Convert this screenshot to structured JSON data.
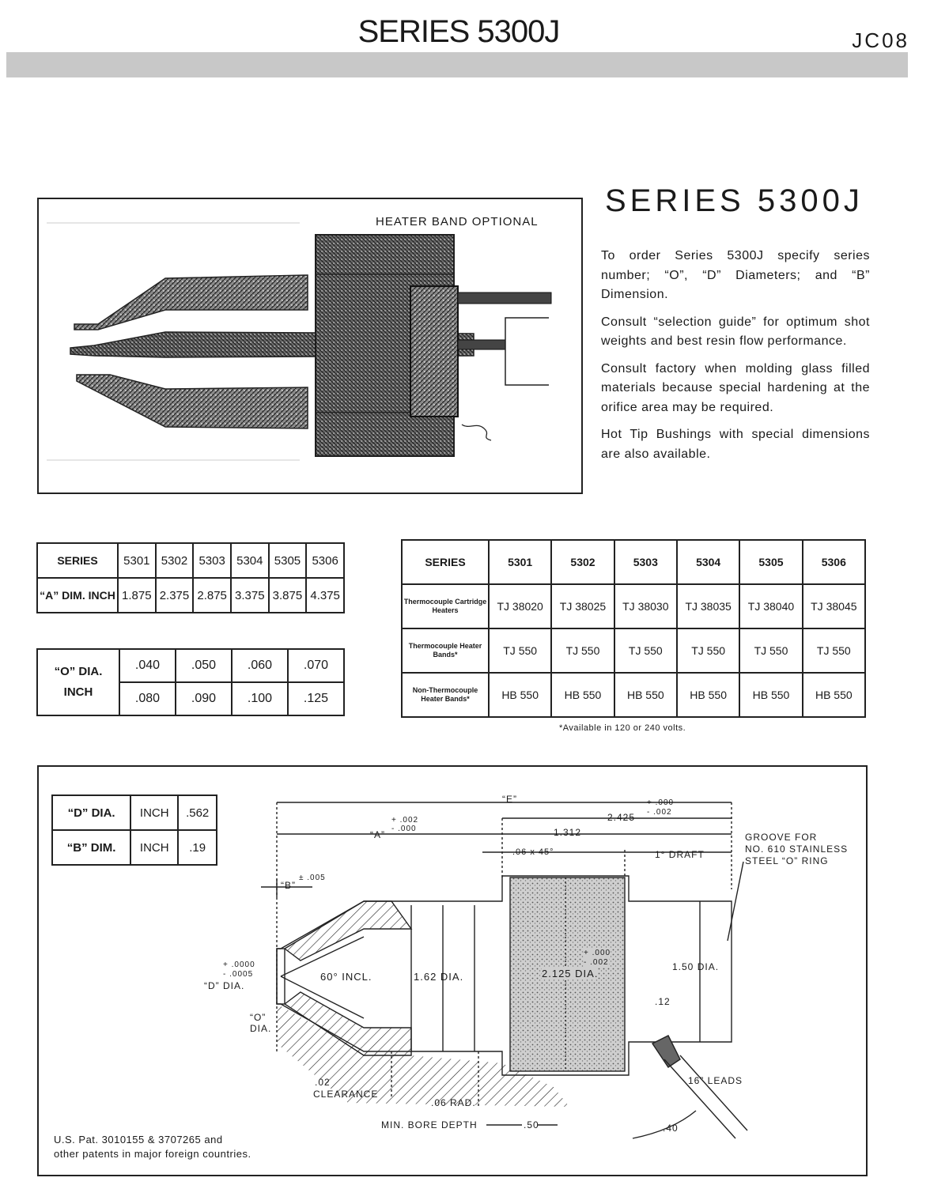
{
  "header": {
    "title": "SERIES 5300J",
    "code": "JC08"
  },
  "photo": {
    "heater_band_label": "HEATER BAND OPTIONAL"
  },
  "side": {
    "title": "SERIES 5300J",
    "paragraphs": [
      "To order Series 5300J specify series number; “O”, “D” Diameters; and “B” Dimension.",
      "Consult “selection guide” for optimum shot weights and best resin flow performance.",
      "Consult factory when molding glass filled materials because special hardening at the orifice area may be required.",
      "Hot Tip Bushings with special dimensions are also available."
    ]
  },
  "a_table": {
    "series_label": "SERIES",
    "dim_label": "“A” DIM. INCH",
    "series": [
      "5301",
      "5302",
      "5303",
      "5304",
      "5305",
      "5306"
    ],
    "values": [
      "1.875",
      "2.375",
      "2.875",
      "3.375",
      "3.875",
      "4.375"
    ]
  },
  "o_table": {
    "label_line1": "“O” DIA.",
    "label_line2": "INCH",
    "row1": [
      ".040",
      ".050",
      ".060",
      ".070"
    ],
    "row2": [
      ".080",
      ".090",
      ".100",
      ".125"
    ]
  },
  "heater_table": {
    "series_label": "SERIES",
    "series": [
      "5301",
      "5302",
      "5303",
      "5304",
      "5305",
      "5306"
    ],
    "rows": [
      {
        "label": "Thermocouple Cartridge Heaters",
        "values": [
          "TJ 38020",
          "TJ 38025",
          "TJ 38030",
          "TJ 38035",
          "TJ 38040",
          "TJ 38045"
        ]
      },
      {
        "label": "Thermocouple Heater Bands*",
        "values": [
          "TJ 550",
          "TJ 550",
          "TJ 550",
          "TJ 550",
          "TJ 550",
          "TJ 550"
        ]
      },
      {
        "label": "Non-Thermocouple Heater Bands*",
        "values": [
          "HB 550",
          "HB 550",
          "HB 550",
          "HB 550",
          "HB 550",
          "HB 550"
        ]
      }
    ],
    "footnote": "*Available in 120 or 240 volts."
  },
  "d_table": {
    "rows": [
      {
        "label": "“D” DIA.",
        "unit": "INCH",
        "value": ".562"
      },
      {
        "label": "“B” DIM.",
        "unit": "INCH",
        "value": ".19"
      }
    ]
  },
  "drawing": {
    "labels": {
      "e": "“E”",
      "e_tol_plus": "+ .000",
      "e_tol_minus": "- .002",
      "dim_2425": "2.425",
      "a": "“A”",
      "a_tol_plus": "+ .002",
      "a_tol_minus": "- .000",
      "dim_1312": "1.312",
      "chamfer": ".06 x 45°",
      "draft": "1° DRAFT",
      "groove": "GROOVE FOR\nNO. 610 STAINLESS\nSTEEL “O” RING",
      "b": "“B”",
      "b_tol": "± .005",
      "d_tol_plus": "+ .0000",
      "d_tol_minus": "- .0005",
      "d_dia": "“D” DIA.",
      "o_dia": "“O”\nDIA.",
      "incl": "60° INCL.",
      "dia_162": "1.62 DIA.",
      "dia_2125": "2.125 DIA.",
      "dia_tol_plus": "+ .000",
      "dia_tol_minus": "- .002",
      "dia_150": "1.50 DIA.",
      "dim_12": ".12",
      "leads": "16” LEADS",
      "clearance_val": ".02",
      "clearance": "CLEARANCE",
      "rad": ".06 RAD.",
      "min_bore": "MIN. BORE DEPTH",
      "bore_val": ".50",
      "dim_40": ".40"
    }
  },
  "patent": {
    "line1": "U.S. Pat. 3010155 & 3707265 and",
    "line2": "other patents in major foreign countries."
  }
}
